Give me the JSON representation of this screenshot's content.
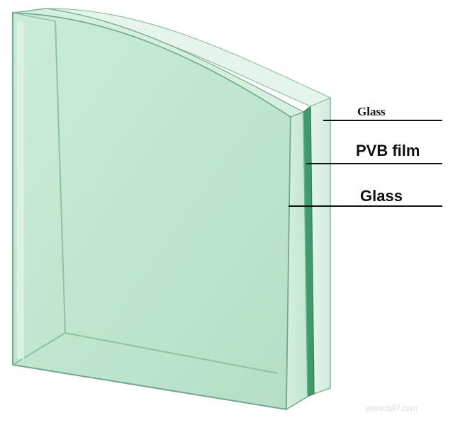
{
  "labels": {
    "top_glass": "Glass",
    "pvb_film": "PVB film",
    "bottom_glass": "Glass"
  },
  "watermark": "www.bjkf.com",
  "colors": {
    "glass_face": "#bfe5cf",
    "glass_face_edge": "#8fc9ab",
    "pvb_film": "#3f9a6e",
    "outline": "#6fa88a"
  }
}
